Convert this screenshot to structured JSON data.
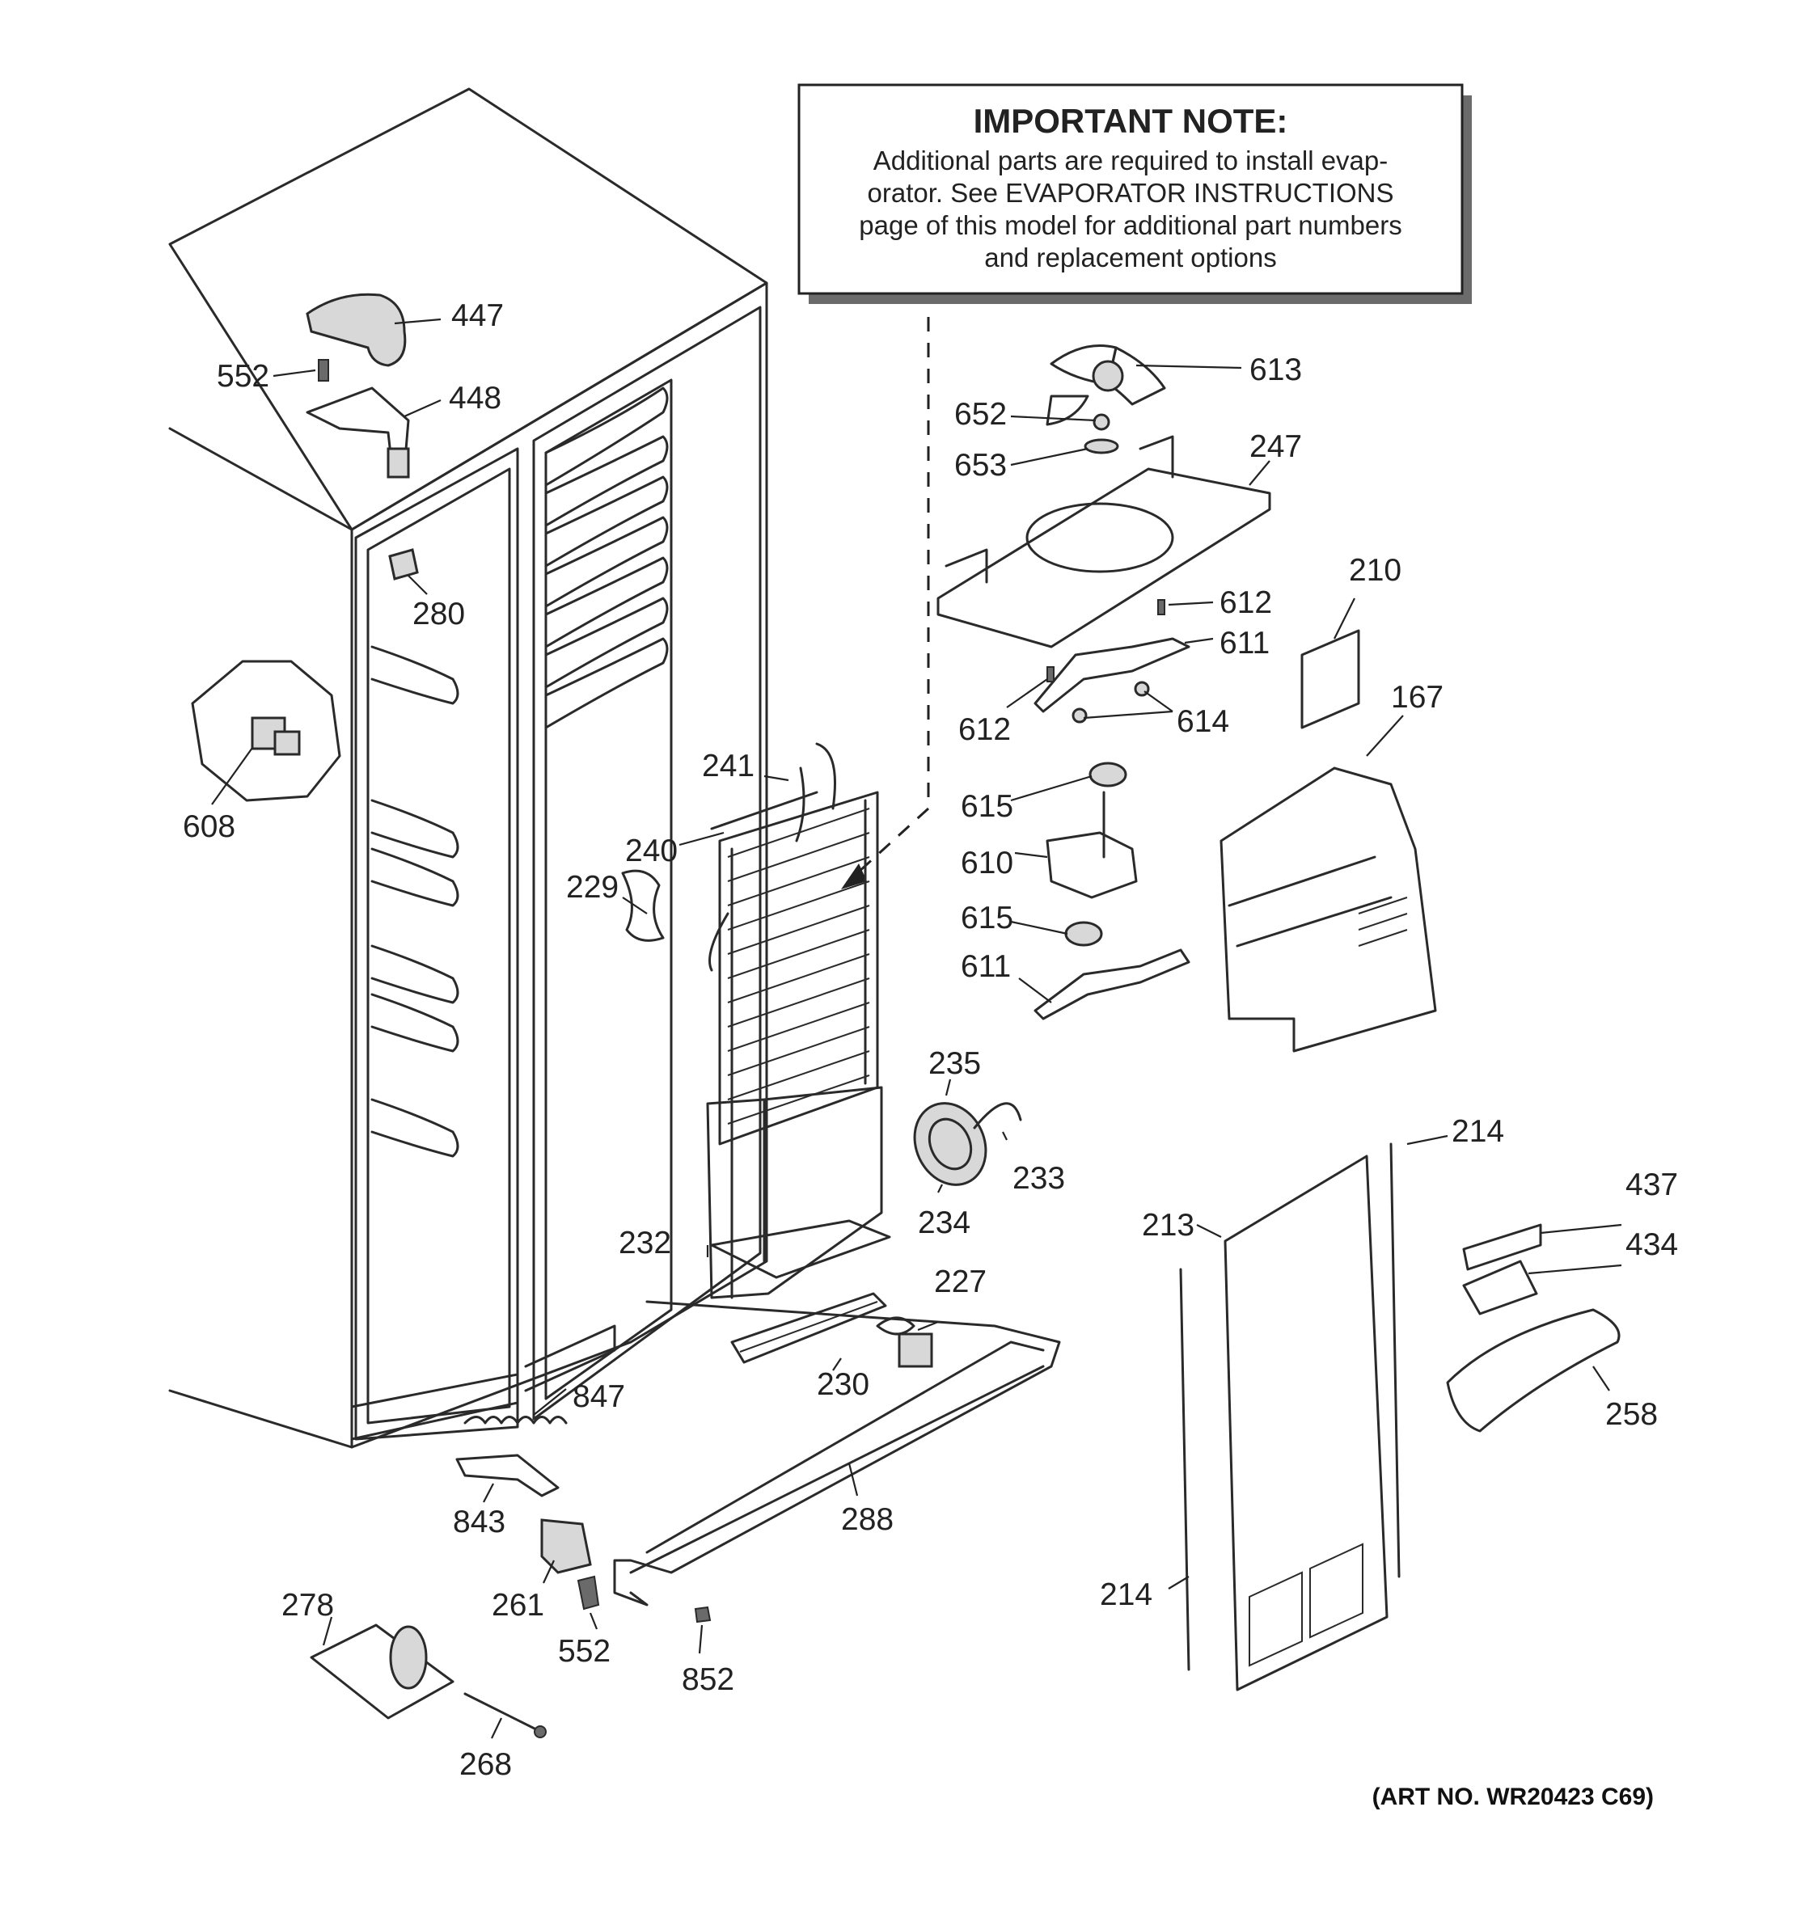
{
  "note": {
    "title": "IMPORTANT NOTE:",
    "lines": [
      "Additional parts are required to install evap-",
      "orator.  See EVAPORATOR INSTRUCTIONS",
      "page of this model for additional part numbers",
      "and replacement options"
    ]
  },
  "art_number": "(ART NO. WR20423 C69)",
  "callouts": {
    "c447": "447",
    "c552a": "552",
    "c448": "448",
    "c280": "280",
    "c608": "608",
    "c241": "241",
    "c240": "240",
    "c229": "229",
    "c232": "232",
    "c230": "230",
    "c227": "227",
    "c235": "235",
    "c233": "233",
    "c234": "234",
    "c613": "613",
    "c652": "652",
    "c653": "653",
    "c247": "247",
    "c612a": "612",
    "c611a": "611",
    "c612b": "612",
    "c614": "614",
    "c615a": "615",
    "c610": "610",
    "c615b": "615",
    "c611b": "611",
    "c210": "210",
    "c167": "167",
    "c214a": "214",
    "c213": "213",
    "c214b": "214",
    "c437": "437",
    "c434": "434",
    "c258": "258",
    "c847": "847",
    "c843": "843",
    "c288": "288",
    "c261": "261",
    "c552b": "552",
    "c852": "852",
    "c278": "278",
    "c268": "268"
  }
}
